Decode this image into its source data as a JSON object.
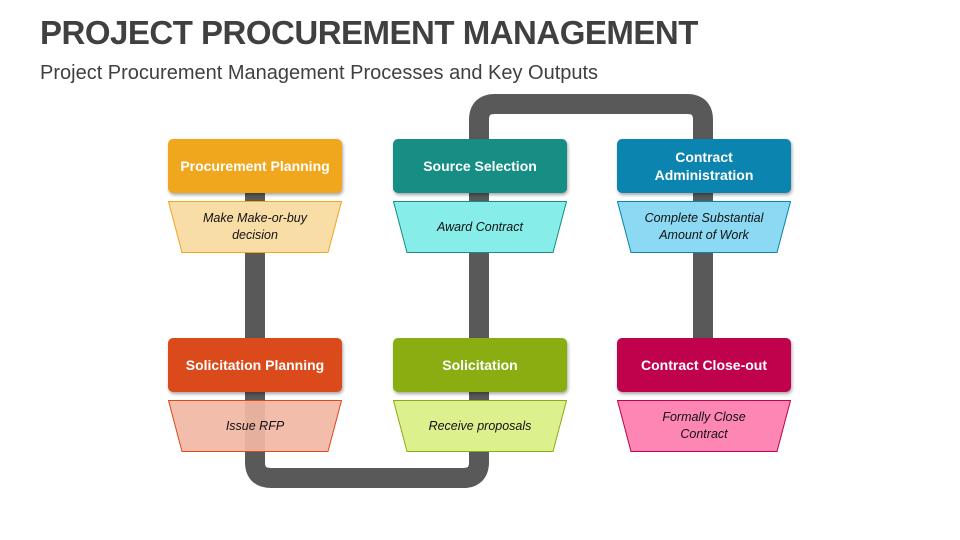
{
  "header": {
    "title": "PROJECT PROCUREMENT MANAGEMENT",
    "subtitle": "Project Procurement Management Processes and Key Outputs"
  },
  "connector_color": "#595959",
  "processes": [
    {
      "id": "procurement-planning",
      "label": "Procurement Planning",
      "output": "Make Make-or-buy decision",
      "color": "#F0A71E",
      "output_fill": "#F8DDA6",
      "output_border": "#F0A71E"
    },
    {
      "id": "solicitation-planning",
      "label": "Solicitation Planning",
      "output": "Issue RFP",
      "color": "#DA4A1A",
      "output_fill": "#F2B7A4",
      "output_border": "#DA4A1A"
    },
    {
      "id": "solicitation",
      "label": "Solicitation",
      "output": "Receive proposals",
      "color": "#8AAE12",
      "output_fill": "#DDF08E",
      "output_border": "#8AAE12"
    },
    {
      "id": "source-selection",
      "label": "Source Selection",
      "output": "Award Contract",
      "color": "#168E84",
      "output_fill": "#86EDE8",
      "output_border": "#168E84"
    },
    {
      "id": "contract-administration",
      "label": "Contract Administration",
      "output": "Complete Substantial Amount of Work",
      "color": "#0B84B0",
      "output_fill": "#8BD9F2",
      "output_border": "#0B84B0"
    },
    {
      "id": "contract-close-out",
      "label": "Contract Close-out",
      "output": "Formally Close Contract",
      "color": "#C0024C",
      "output_fill": "#FD86B4",
      "output_border": "#C0024C"
    }
  ]
}
